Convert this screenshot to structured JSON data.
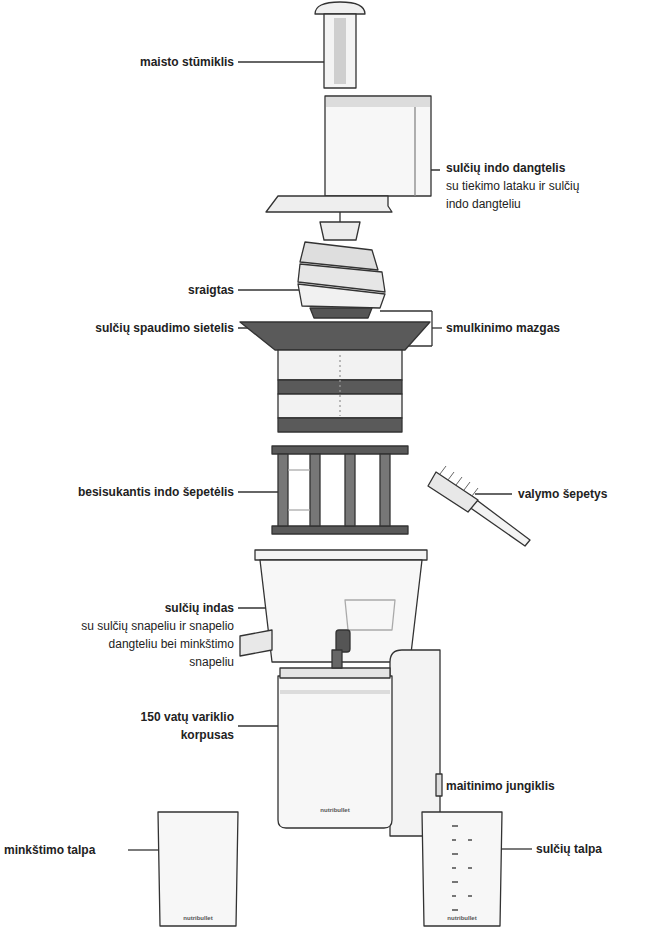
{
  "diagram": {
    "labels": [
      "maisto stūmiklis",
      "sulčių indo dangtelis",
      "su tiekimo lataku ir sulčių indo dangteliu",
      "sraigtas",
      "smulkinimo mazgas",
      "sulčių spaudimo sietelis",
      "besisukantis indo šepetėlis",
      "valymo šepetys",
      "sulčių indas",
      "su sulčių snapeliu ir snapelio dangteliu bei minkštimo snapeliu",
      "150 vatų variklio korpusas",
      "maitinimo jungiklis",
      "minkštimo talpa",
      "sulčių talpa",
      "nutribullet",
      "nutribullet",
      "nutribullet"
    ]
  }
}
